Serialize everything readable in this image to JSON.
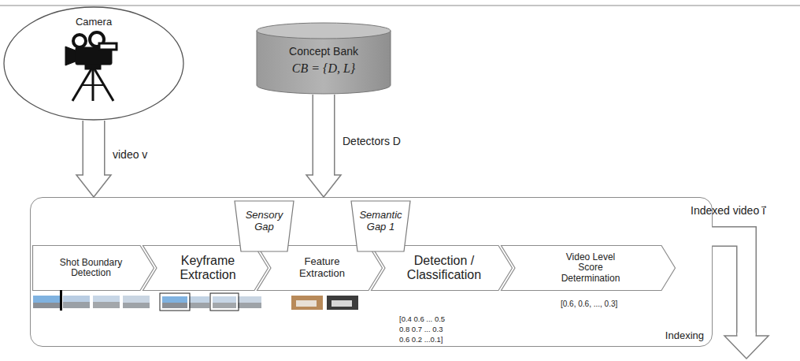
{
  "diagram": {
    "nodes": [
      {
        "text": [
          "Camera"
        ]
      },
      {
        "text": [
          "Concept Bank",
          "CB = {D, L}"
        ]
      },
      {
        "text": [
          "Indexing"
        ]
      },
      {
        "text": [
          "Sensory Gap"
        ],
        "in": 2
      },
      {
        "text": [
          "Semantic Gap 1"
        ],
        "in": 2
      },
      {
        "text": [
          "Shot Boundary Detection"
        ],
        "in": 2
      },
      {
        "text": [
          "Keyframe Extraction"
        ],
        "in": 2
      },
      {
        "text": [
          "Feature Extraction"
        ],
        "in": 2
      },
      {
        "text": [
          "Detection / Classification"
        ],
        "in": 2
      },
      {
        "text": [
          "Video Level Score Determination"
        ],
        "in": 2
      }
    ],
    "edges": [
      {
        "from": 0,
        "to": 2,
        "label": "video v",
        "arrow": "to"
      },
      {
        "from": 1,
        "to": 2,
        "label": "Detectors D",
        "arrow": "to"
      }
    ],
    "labels": [
      "[0.4 0.6 ... 0.5",
      "0.8 0.7 ... 0.3",
      "0.6 0.2 ...0.1]",
      "[0.6, 0.6, ..., 0.3]",
      "Indexed video i⃗"
    ]
  }
}
